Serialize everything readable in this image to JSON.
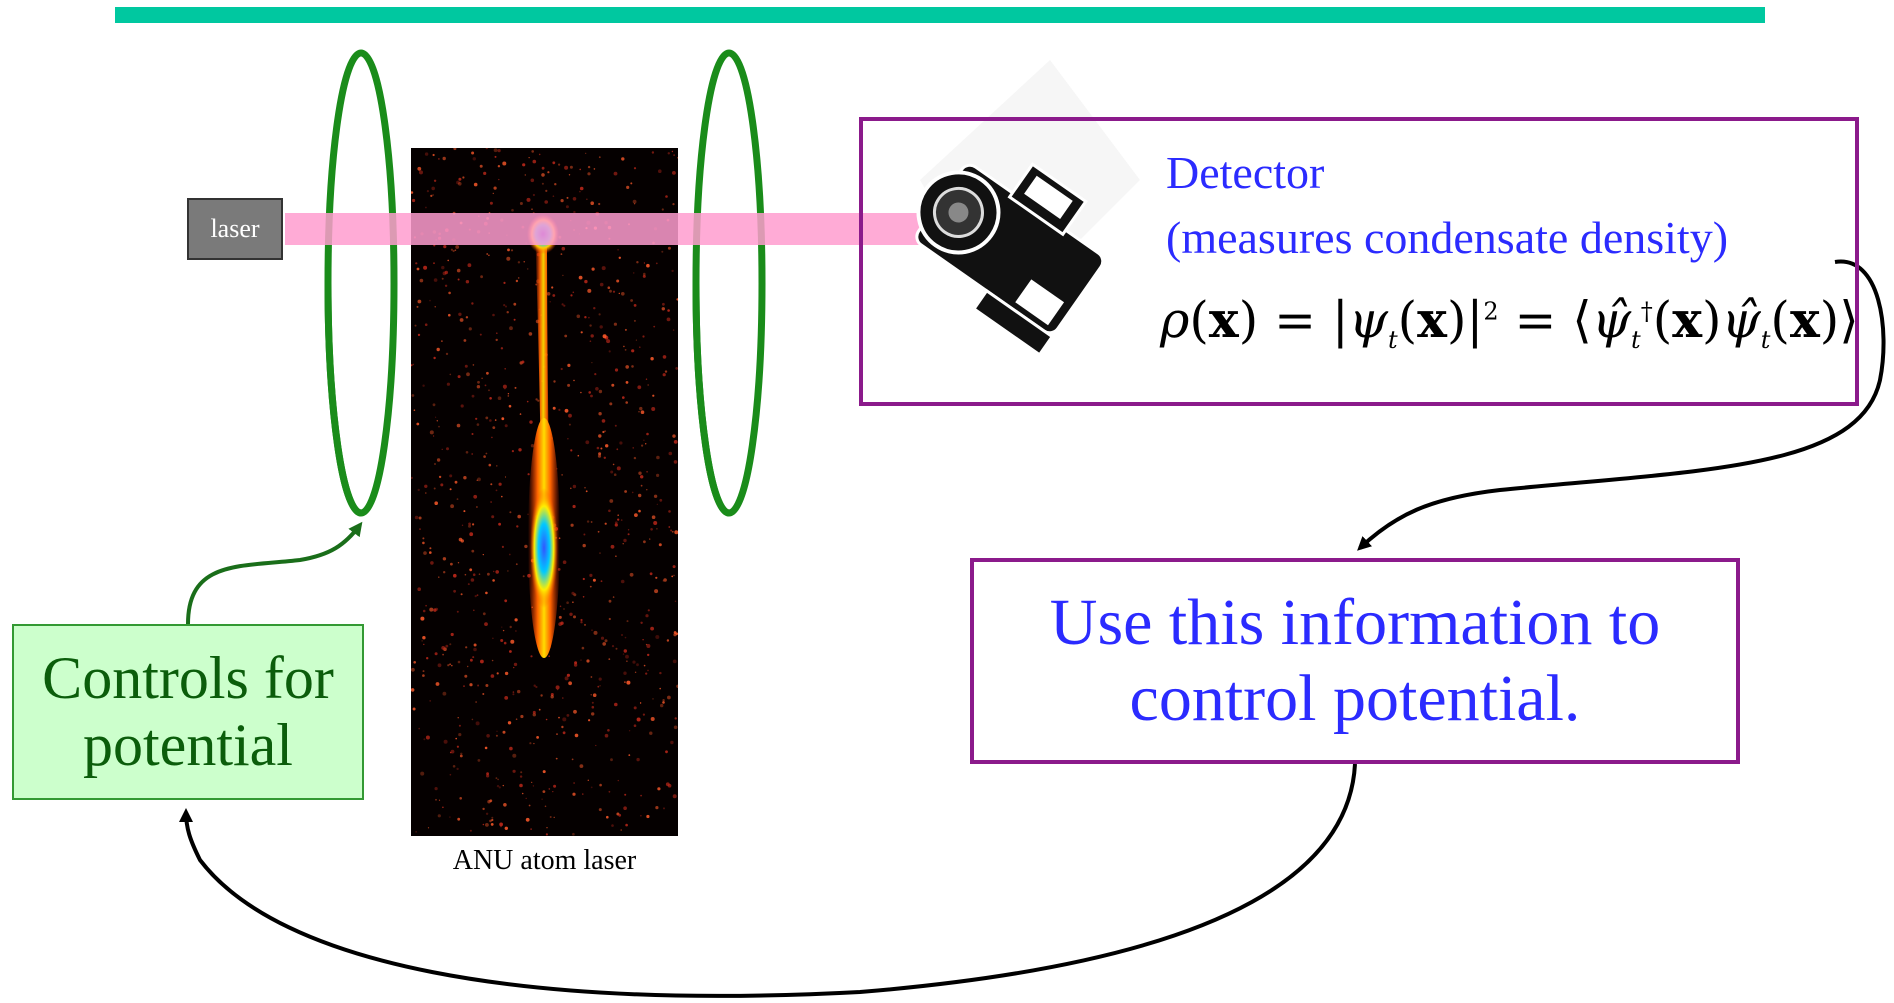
{
  "laser_label": "laser",
  "atom_laser_caption": "ANU atom laser",
  "detector": {
    "title": "Detector",
    "subtitle": "(measures condensate density)"
  },
  "info_box": {
    "line1": "Use this information to",
    "line2": "control potential."
  },
  "controls_box": {
    "line1": "Controls for",
    "line2": "potential"
  },
  "colors": {
    "top_rule": "#00c8a0",
    "coil": "#1a8c1a",
    "beam": "#ff9ccf",
    "box_border": "#8b1a8b",
    "blue_text": "#2b2bff",
    "green_text": "#0b5d0b",
    "controls_fill": "#ccffcc"
  },
  "icons": [
    "camera-icon"
  ]
}
